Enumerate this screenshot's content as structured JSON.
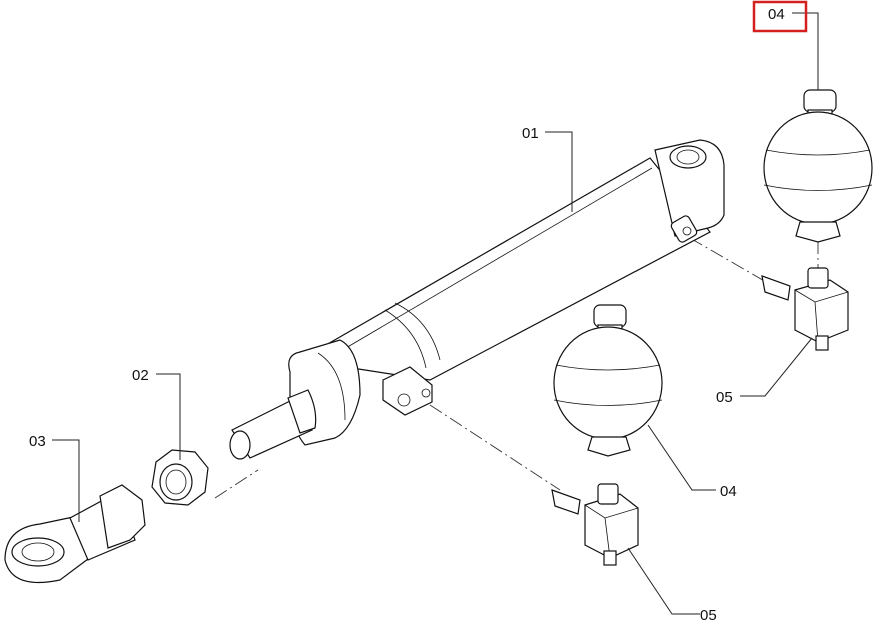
{
  "callouts": {
    "part_01": "01",
    "part_02": "02",
    "part_03": "03",
    "part_04_top": "04",
    "part_04_mid": "04",
    "part_05_top": "05",
    "part_05_bottom": "05"
  },
  "highlight": {
    "color": "#d62020"
  }
}
